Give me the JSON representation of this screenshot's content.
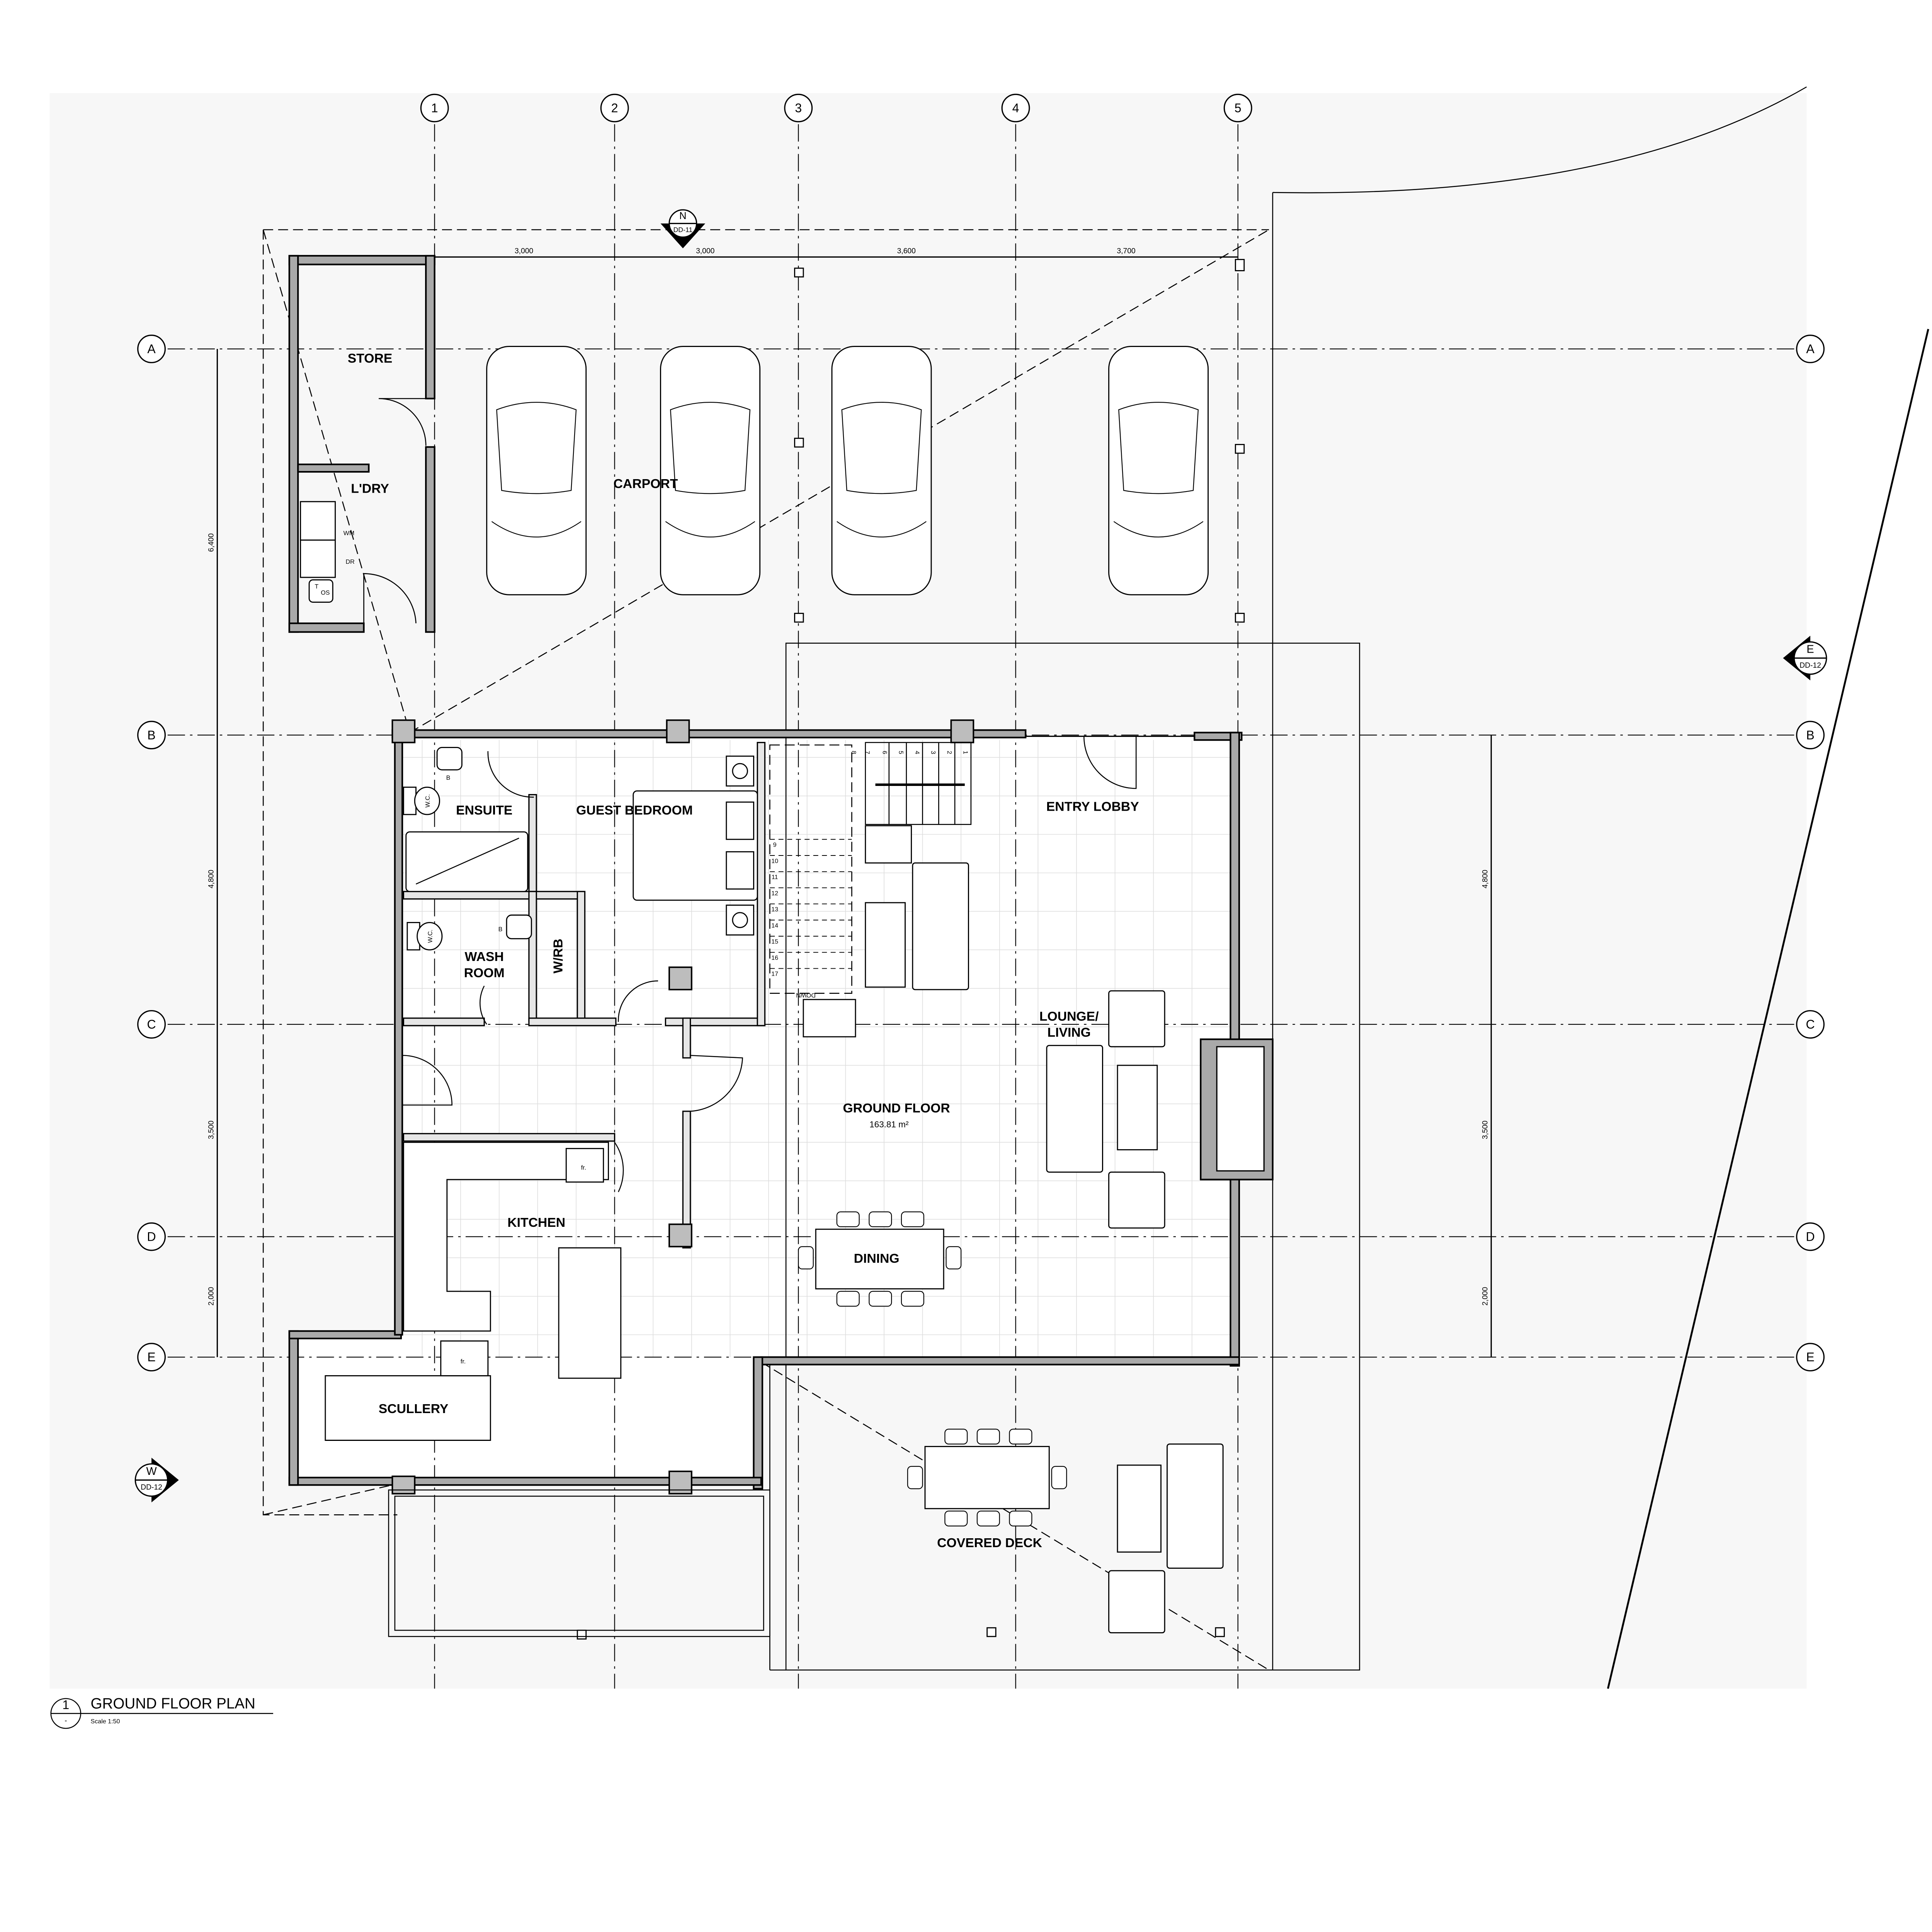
{
  "title": {
    "number": "1",
    "sheet": "-",
    "name": "GROUND FLOOR PLAN",
    "scale": "Scale 1:50"
  },
  "grid": {
    "columns": [
      "1",
      "2",
      "3",
      "4",
      "5"
    ],
    "rows": [
      "A",
      "B",
      "C",
      "D",
      "E"
    ]
  },
  "dimensions": {
    "top": [
      "3,000",
      "3,000",
      "3,600",
      "3,700"
    ],
    "left": [
      "6,400",
      "4,800",
      "3,500",
      "2,000"
    ],
    "right": [
      "4,800",
      "3,500",
      "2,000"
    ]
  },
  "sections": [
    {
      "id": "N",
      "sheet": "DD-11"
    },
    {
      "id": "E",
      "sheet": "DD-12"
    },
    {
      "id": "W",
      "sheet": "DD-12"
    }
  ],
  "rooms": {
    "store": "STORE",
    "laundry": "L'DRY",
    "carport": "CARPORT",
    "ensuite": "ENSUITE",
    "guest_bedroom": "GUEST BEDROOM",
    "wash_line1": "WASH",
    "wash_line2": "ROOM",
    "wrb": "W/RB",
    "entry_lobby": "ENTRY LOBBY",
    "lounge_line1": "LOUNGE/",
    "lounge_line2": "LIVING",
    "ground_floor": "GROUND FLOOR",
    "ground_floor_area": "163.81 m²",
    "kitchen": "KITCHEN",
    "dining": "DINING",
    "scullery": "SCULLERY",
    "covered_deck": "COVERED DECK"
  },
  "fixtures": {
    "basin": "B",
    "wc": "W.C.",
    "washer": "WM",
    "dryer": "DR",
    "tub": "T",
    "tub_os": "OS",
    "fridge": "fr."
  },
  "stair": {
    "treads": [
      "1",
      "2",
      "3",
      "4",
      "5",
      "6",
      "7",
      "8",
      "9",
      "10",
      "11",
      "12",
      "13",
      "14",
      "15",
      "16",
      "17"
    ],
    "down": "DOWN"
  }
}
